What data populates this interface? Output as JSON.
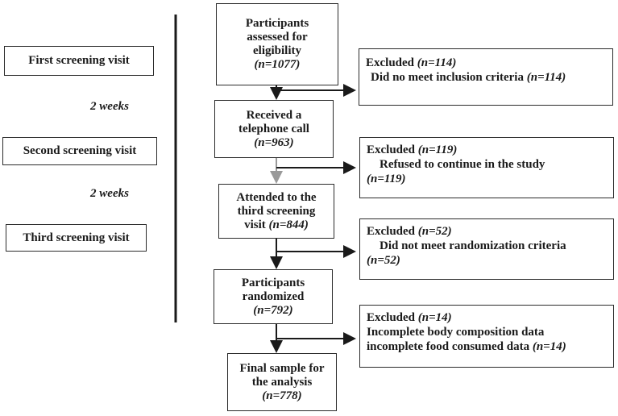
{
  "timeline": {
    "first": "First screening visit",
    "gap1": "2 weeks",
    "second": "Second screening visit",
    "gap2": "2 weeks",
    "third": "Third screening visit"
  },
  "steps": [
    {
      "lines": [
        "Participants",
        "assessed for",
        "eligibility"
      ],
      "n": "(n=1077)"
    },
    {
      "lines": [
        "Received a",
        "telephone call"
      ],
      "n": "(n=963)"
    },
    {
      "lines": [
        "Attended to the",
        "third screening"
      ],
      "last": "visit ",
      "n": "(n=844)"
    },
    {
      "lines": [
        "Participants",
        "randomized"
      ],
      "n": "(n=792)"
    },
    {
      "lines": [
        "Final sample for",
        "the analysis"
      ],
      "n": "(n=778)"
    }
  ],
  "exclusions": [
    {
      "label": "Excluded ",
      "n": "(n=114)",
      "reason": "Did no meet inclusion criteria ",
      "reason_n": "(n=114)"
    },
    {
      "label": "Excluded ",
      "n": "(n=119)",
      "reason": "Refused to continue in the study",
      "reason_n": "(n=119)"
    },
    {
      "label": "Excluded ",
      "n": "(n=52)",
      "reason": "Did not meet randomization criteria",
      "reason_n": "(n=52)"
    },
    {
      "label": "Excluded ",
      "n": "(n=14)",
      "reason": "Incomplete body composition data",
      "reason2": "incomplete food consumed data ",
      "reason_n": "(n=14)"
    }
  ]
}
